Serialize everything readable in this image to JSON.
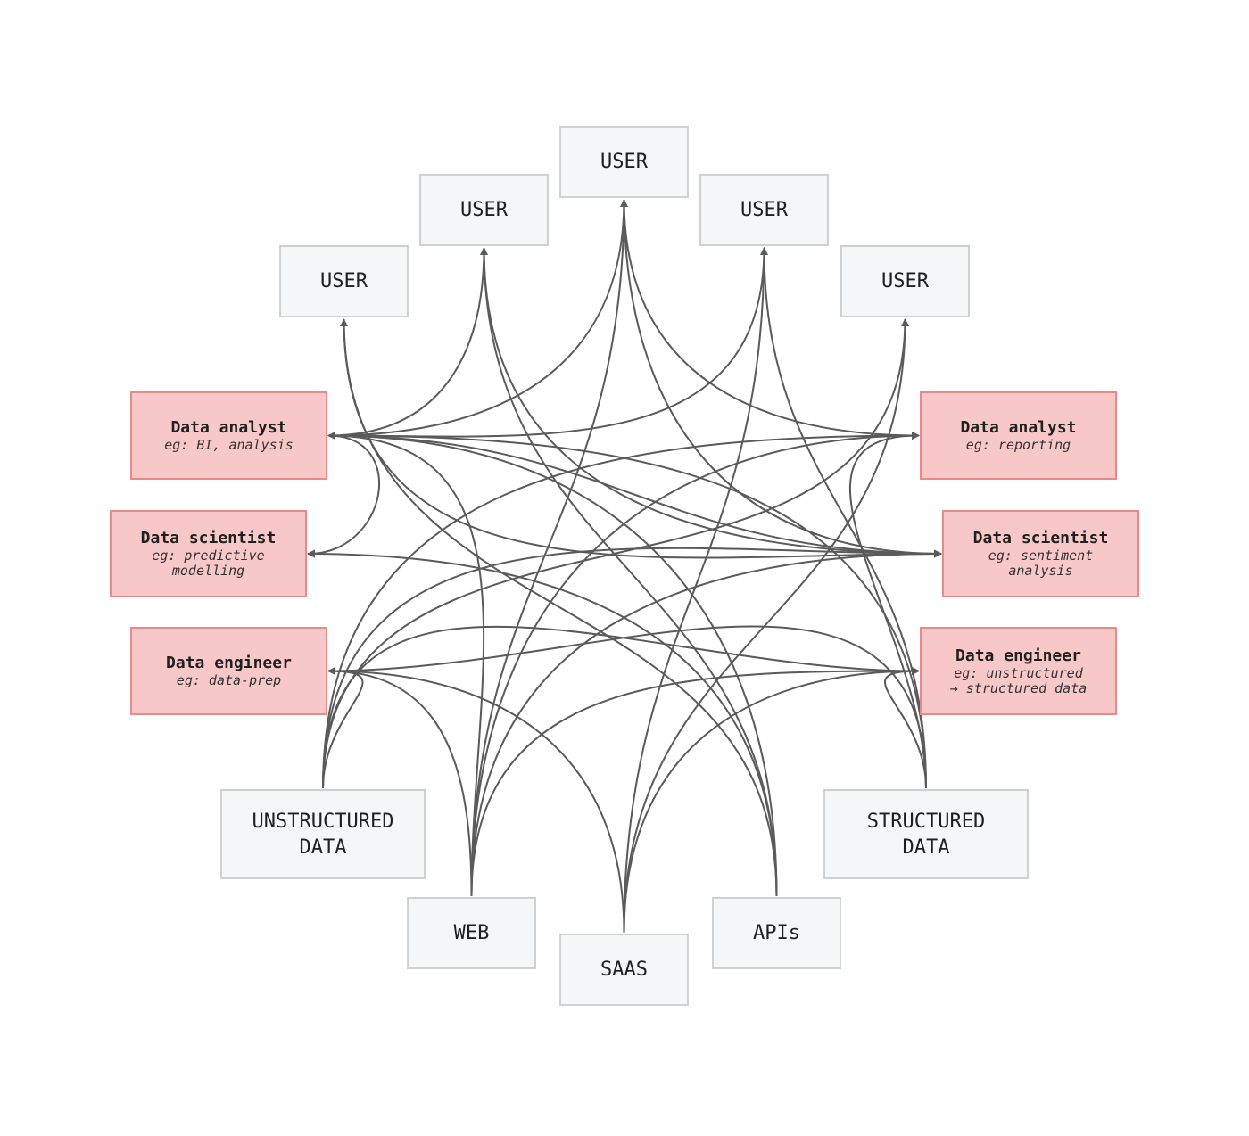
{
  "users": [
    "USER",
    "USER",
    "USER",
    "USER",
    "USER"
  ],
  "roles": {
    "analyst_left": {
      "title": "Data analyst",
      "sub": "eg: BI, analysis"
    },
    "scientist_left": {
      "title": "Data scientist",
      "sub": "eg: predictive\nmodelling"
    },
    "engineer_left": {
      "title": "Data engineer",
      "sub": "eg: data-prep"
    },
    "analyst_right": {
      "title": "Data analyst",
      "sub": "eg: reporting"
    },
    "scientist_right": {
      "title": "Data scientist",
      "sub": "eg: sentiment\nanalysis"
    },
    "engineer_right": {
      "title": "Data engineer",
      "sub": "eg: unstructured\n→ structured data"
    }
  },
  "sources": {
    "unstructured": "UNSTRUCTURED\nDATA",
    "structured": "STRUCTURED\nDATA",
    "web": "WEB",
    "saas": "SAAS",
    "apis": "APIs"
  },
  "colors": {
    "role_fill": "#f8c8c9",
    "role_border": "#e88a8c",
    "node_fill": "#f5f6f7",
    "node_border": "#cfd0d2",
    "edge": "#5a5a5a"
  },
  "edges": [
    [
      "src-unstructured",
      "engineer-left"
    ],
    [
      "src-unstructured",
      "engineer-right"
    ],
    [
      "src-unstructured",
      "analyst-right"
    ],
    [
      "src-unstructured",
      "scientist-right"
    ],
    [
      "src-unstructured",
      "user-5"
    ],
    [
      "src-web",
      "analyst-left"
    ],
    [
      "src-web",
      "engineer-left"
    ],
    [
      "src-web",
      "user-3"
    ],
    [
      "src-web",
      "analyst-right"
    ],
    [
      "src-web",
      "engineer-right"
    ],
    [
      "src-web",
      "scientist-right"
    ],
    [
      "src-saas",
      "engineer-left"
    ],
    [
      "src-saas",
      "user-4"
    ],
    [
      "src-saas",
      "engineer-right"
    ],
    [
      "src-saas",
      "user-5"
    ],
    [
      "src-apis",
      "user-2"
    ],
    [
      "src-apis",
      "user-1"
    ],
    [
      "src-apis",
      "analyst-left"
    ],
    [
      "src-apis",
      "scientist-left"
    ],
    [
      "src-structured",
      "engineer-left"
    ],
    [
      "src-structured",
      "analyst-left"
    ],
    [
      "src-structured",
      "analyst-right"
    ],
    [
      "src-structured",
      "user-4"
    ],
    [
      "src-structured",
      "engineer-right"
    ],
    [
      "analyst-left",
      "user-2"
    ],
    [
      "analyst-left",
      "user-3"
    ],
    [
      "analyst-left",
      "user-4"
    ],
    [
      "analyst-left",
      "scientist-left"
    ],
    [
      "analyst-left",
      "scientist-right"
    ],
    [
      "user-2",
      "scientist-right"
    ],
    [
      "user-3",
      "analyst-right"
    ],
    [
      "user-3",
      "scientist-right"
    ],
    [
      "user-1",
      "scientist-right"
    ]
  ]
}
